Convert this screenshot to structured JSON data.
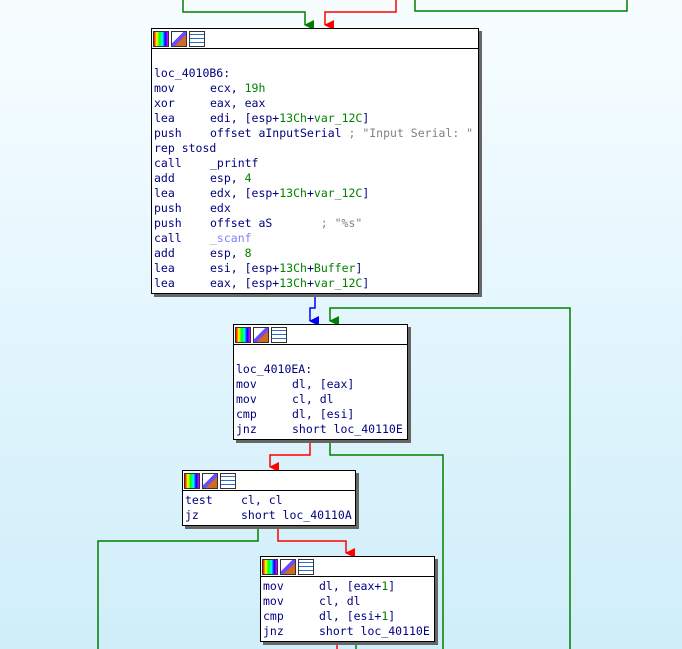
{
  "colors": {
    "edge_true": "#008000",
    "edge_false": "#ff0000",
    "edge_flow": "#0000ff",
    "bg_top": "#f7fdff",
    "bg_bottom": "#cfeef9"
  },
  "node_header_icons": [
    "palette-icon",
    "edit-node-icon",
    "graph-view-icon"
  ],
  "nodes": [
    {
      "id": "loc_4010B6",
      "label": "loc_4010B6:",
      "lines": [
        {
          "mn": "mov",
          "ops": [
            {
              "t": "ecx, ",
              "c": "reg"
            },
            {
              "t": "19h",
              "c": "num"
            }
          ]
        },
        {
          "mn": "xor",
          "ops": [
            {
              "t": "eax, eax",
              "c": "reg"
            }
          ]
        },
        {
          "mn": "lea",
          "ops": [
            {
              "t": "edi, [esp+",
              "c": "reg"
            },
            {
              "t": "13Ch",
              "c": "num"
            },
            {
              "t": "+",
              "c": "reg"
            },
            {
              "t": "var_12C",
              "c": "num"
            },
            {
              "t": "]",
              "c": "reg"
            }
          ]
        },
        {
          "mn": "push",
          "ops": [
            {
              "t": "offset aInputSerial",
              "c": "name"
            },
            {
              "t": " ; \"Input Serial: \"",
              "c": "cmt"
            }
          ]
        },
        {
          "mn": "rep stosd",
          "ops": []
        },
        {
          "mn": "call",
          "ops": [
            {
              "t": "_printf",
              "c": "func"
            }
          ]
        },
        {
          "mn": "add",
          "ops": [
            {
              "t": "esp, ",
              "c": "reg"
            },
            {
              "t": "4",
              "c": "num"
            }
          ]
        },
        {
          "mn": "lea",
          "ops": [
            {
              "t": "edx, [esp+",
              "c": "reg"
            },
            {
              "t": "13Ch",
              "c": "num"
            },
            {
              "t": "+",
              "c": "reg"
            },
            {
              "t": "var_12C",
              "c": "num"
            },
            {
              "t": "]",
              "c": "reg"
            }
          ]
        },
        {
          "mn": "push",
          "ops": [
            {
              "t": "edx",
              "c": "reg"
            }
          ]
        },
        {
          "mn": "push",
          "ops": [
            {
              "t": "offset aS",
              "c": "name"
            },
            {
              "t": "       ; \"%s\"",
              "c": "cmt"
            }
          ]
        },
        {
          "mn": "call",
          "ops": [
            {
              "t": "_scanf",
              "c": "ext"
            }
          ]
        },
        {
          "mn": "add",
          "ops": [
            {
              "t": "esp, ",
              "c": "reg"
            },
            {
              "t": "8",
              "c": "num"
            }
          ]
        },
        {
          "mn": "lea",
          "ops": [
            {
              "t": "esi, [esp+",
              "c": "reg"
            },
            {
              "t": "13Ch",
              "c": "num"
            },
            {
              "t": "+",
              "c": "reg"
            },
            {
              "t": "Buffer",
              "c": "num"
            },
            {
              "t": "]",
              "c": "reg"
            }
          ]
        },
        {
          "mn": "lea",
          "ops": [
            {
              "t": "eax, [esp+",
              "c": "reg"
            },
            {
              "t": "13Ch",
              "c": "num"
            },
            {
              "t": "+",
              "c": "reg"
            },
            {
              "t": "var_12C",
              "c": "num"
            },
            {
              "t": "]",
              "c": "reg"
            }
          ]
        }
      ]
    },
    {
      "id": "loc_4010EA",
      "label": "loc_4010EA:",
      "lines": [
        {
          "mn": "mov",
          "ops": [
            {
              "t": "dl, [eax]",
              "c": "reg"
            }
          ]
        },
        {
          "mn": "mov",
          "ops": [
            {
              "t": "cl, dl",
              "c": "reg"
            }
          ]
        },
        {
          "mn": "cmp",
          "ops": [
            {
              "t": "dl, [esi]",
              "c": "reg"
            }
          ]
        },
        {
          "mn": "jnz",
          "ops": [
            {
              "t": "short loc_40110E",
              "c": "plain"
            }
          ]
        }
      ]
    },
    {
      "id": "test_block",
      "label": null,
      "lines": [
        {
          "mn": "test",
          "ops": [
            {
              "t": "cl, cl",
              "c": "reg"
            }
          ]
        },
        {
          "mn": "jz",
          "ops": [
            {
              "t": "short loc_40110A",
              "c": "plain"
            }
          ]
        }
      ]
    },
    {
      "id": "cmp_block",
      "label": null,
      "lines": [
        {
          "mn": "mov",
          "ops": [
            {
              "t": "dl, [eax+",
              "c": "reg"
            },
            {
              "t": "1",
              "c": "num"
            },
            {
              "t": "]",
              "c": "reg"
            }
          ]
        },
        {
          "mn": "mov",
          "ops": [
            {
              "t": "cl, dl",
              "c": "reg"
            }
          ]
        },
        {
          "mn": "cmp",
          "ops": [
            {
              "t": "dl, [esi+",
              "c": "reg"
            },
            {
              "t": "1",
              "c": "num"
            },
            {
              "t": "]",
              "c": "reg"
            }
          ]
        },
        {
          "mn": "jnz",
          "ops": [
            {
              "t": "short loc_40110E",
              "c": "plain"
            }
          ]
        }
      ]
    }
  ]
}
